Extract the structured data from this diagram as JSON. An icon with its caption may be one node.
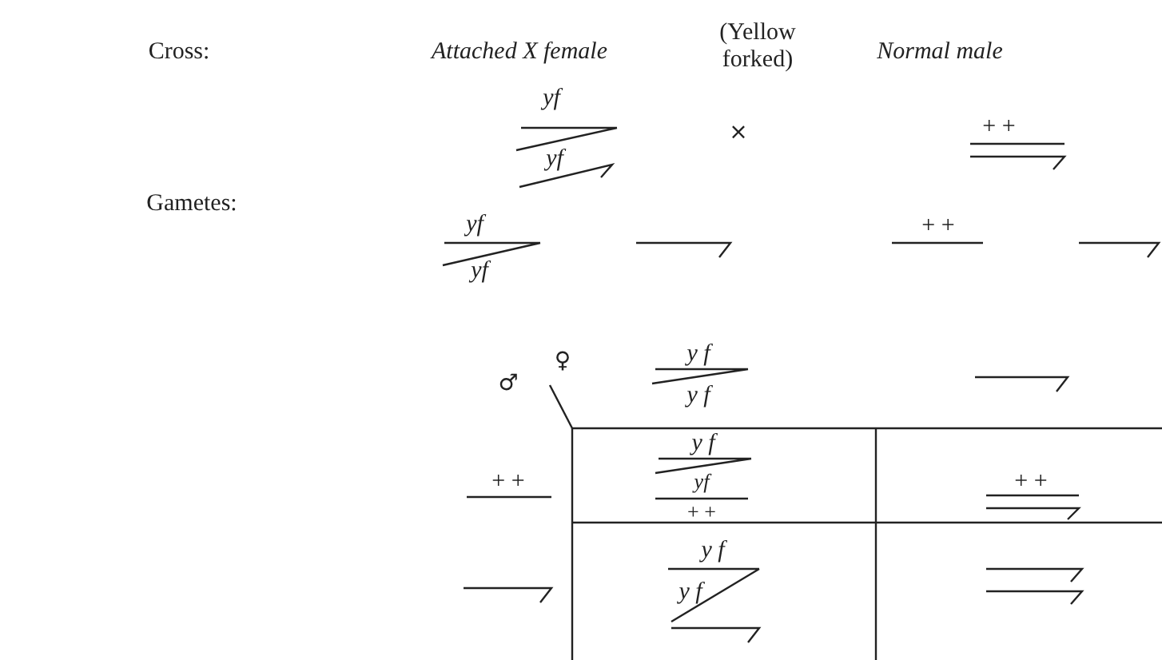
{
  "diagram": {
    "labels": [
      "Cross:",
      "Attached X female",
      "(Yellow forked)",
      "Normal male",
      "yf",
      "yf",
      "×",
      "+ +",
      "Gametes:",
      "yf",
      "yf",
      "+ +",
      "♀",
      "y f",
      "y f",
      "♂",
      "+ +",
      "y f",
      "yf",
      "+ +",
      "+ +",
      "y f",
      "y f"
    ]
  }
}
